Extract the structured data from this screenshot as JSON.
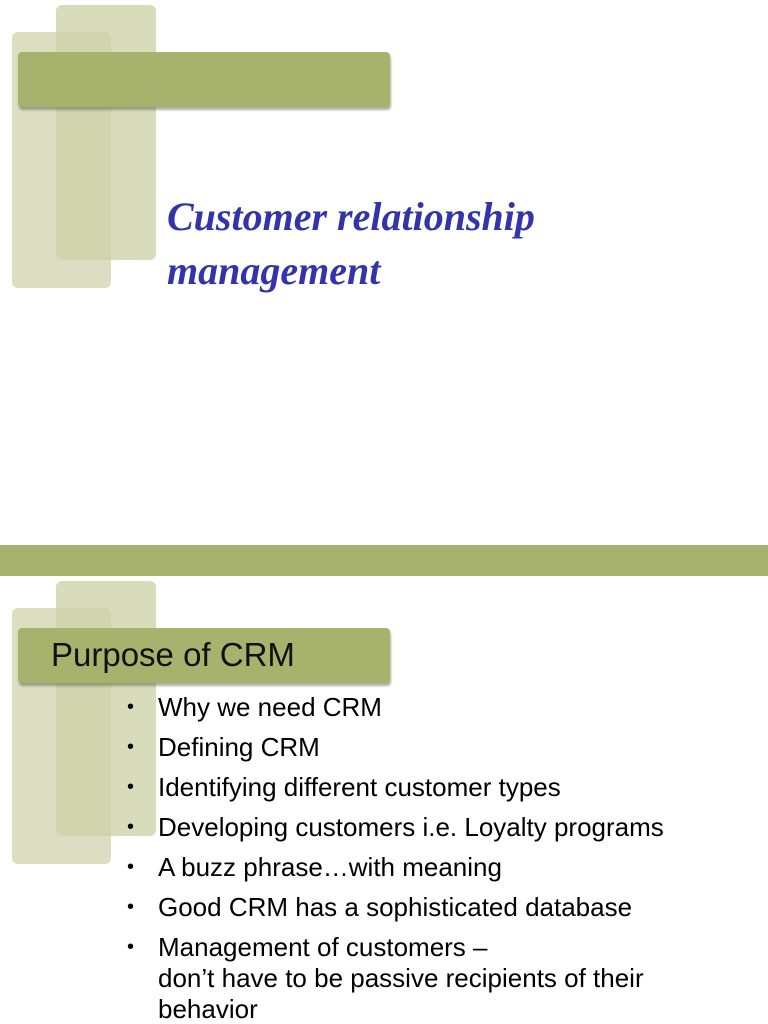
{
  "slides": [
    {
      "title_lines": [
        "Customer relationship",
        "management"
      ]
    },
    {
      "title": "Purpose of CRM",
      "bullets": [
        {
          "lines": [
            "Why we need CRM"
          ]
        },
        {
          "lines": [
            "Defining CRM"
          ]
        },
        {
          "lines": [
            "Identifying different customer types"
          ]
        },
        {
          "lines": [
            "Developing customers i.e. Loyalty programs"
          ]
        },
        {
          "lines": [
            "A buzz phrase…with meaning"
          ]
        },
        {
          "lines": [
            "Good CRM has a sophisticated database"
          ]
        },
        {
          "lines": [
            "Management of customers –",
            "don’t have to be passive recipients of their",
            "behavior"
          ]
        }
      ],
      "bullet_symbol": "•"
    }
  ],
  "colors": {
    "accent_bar": "#a7b26c",
    "decor_light": "#d9dcbb",
    "title_blue": "#3333aa"
  }
}
